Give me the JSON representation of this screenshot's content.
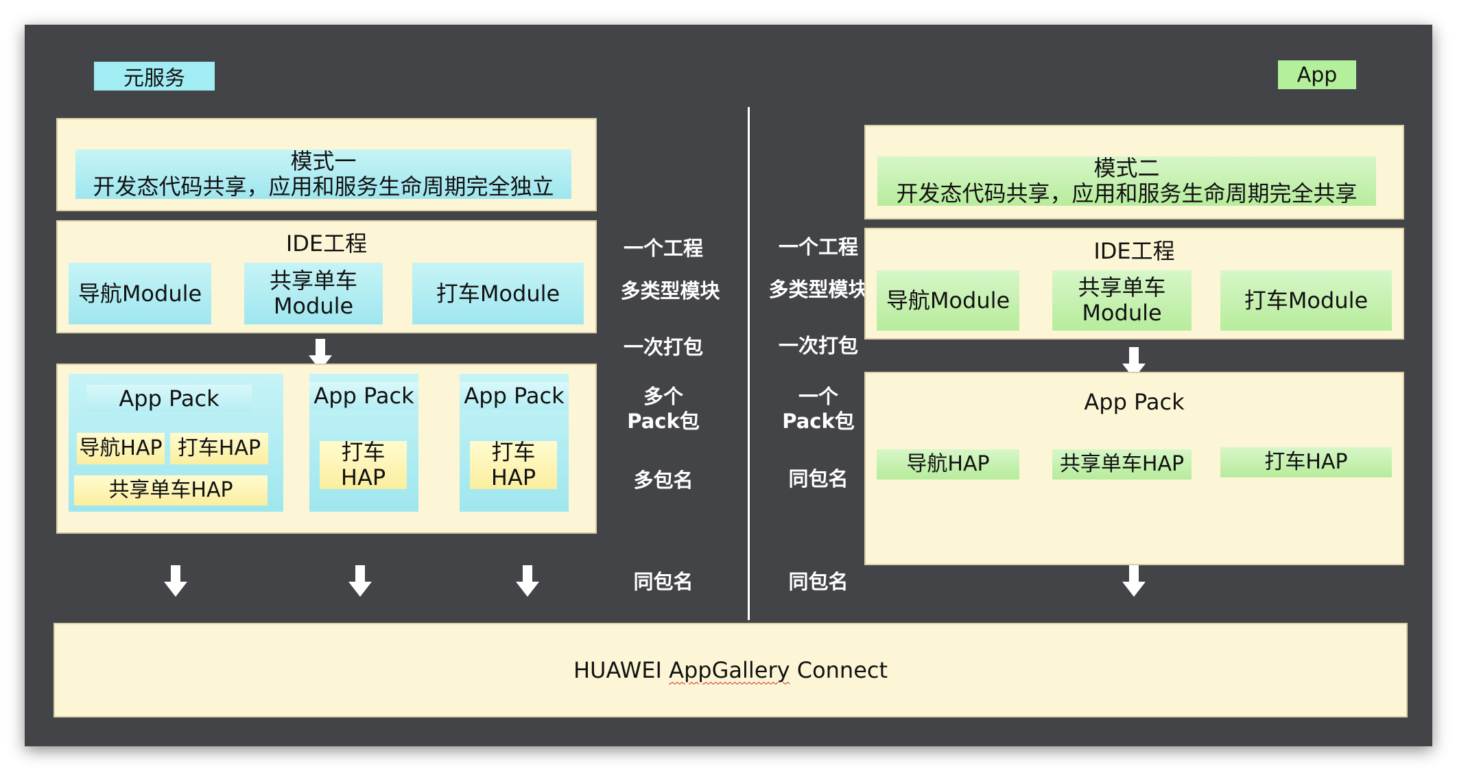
{
  "left": {
    "tag": "元服务",
    "mode": {
      "title": "模式一",
      "desc": "开发态代码共享，应用和服务生命周期完全独立"
    },
    "ide": {
      "title": "IDE工程",
      "modules": {
        "nav": "导航Module",
        "share_line1": "共享单车",
        "share_line2": "Module",
        "taxi": "打车Module"
      }
    },
    "packs": {
      "pack1": {
        "title": "App Pack",
        "nav_hap": "导航HAP",
        "taxi_hap": "打车HAP",
        "share_hap": "共享单车HAP"
      },
      "pack2": {
        "title": "App Pack",
        "hap_line1": "打车",
        "hap_line2": "HAP"
      },
      "pack3": {
        "title": "App Pack",
        "hap_line1": "打车",
        "hap_line2": "HAP"
      }
    },
    "labels": {
      "project": "一个工程",
      "modules": "多类型模块",
      "build": "一次打包",
      "packs_line1": "多个",
      "packs_line2": "Pack包",
      "bundle": "多包名",
      "same_bundle": "同包名"
    }
  },
  "right": {
    "tag": "App",
    "mode": {
      "title": "模式二",
      "desc": "开发态代码共享，应用和服务生命周期完全共享"
    },
    "ide": {
      "title": "IDE工程",
      "modules": {
        "nav": "导航Module",
        "share_line1": "共享单车",
        "share_line2": "Module",
        "taxi": "打车Module"
      }
    },
    "pack": {
      "title": "App Pack",
      "nav_hap": "导航HAP",
      "share_hap": "共享单车HAP",
      "taxi_hap": "打车HAP"
    },
    "labels": {
      "project": "一个工程",
      "modules": "多类型模块",
      "build": "一次打包",
      "pack_line1": "一个",
      "pack_line2": "Pack包",
      "bundle": "同包名",
      "same_bundle": "同包名"
    }
  },
  "footer": {
    "text_prefix": "HUAWEI ",
    "text_underlined": "AppGallery",
    "text_suffix": " Connect"
  }
}
